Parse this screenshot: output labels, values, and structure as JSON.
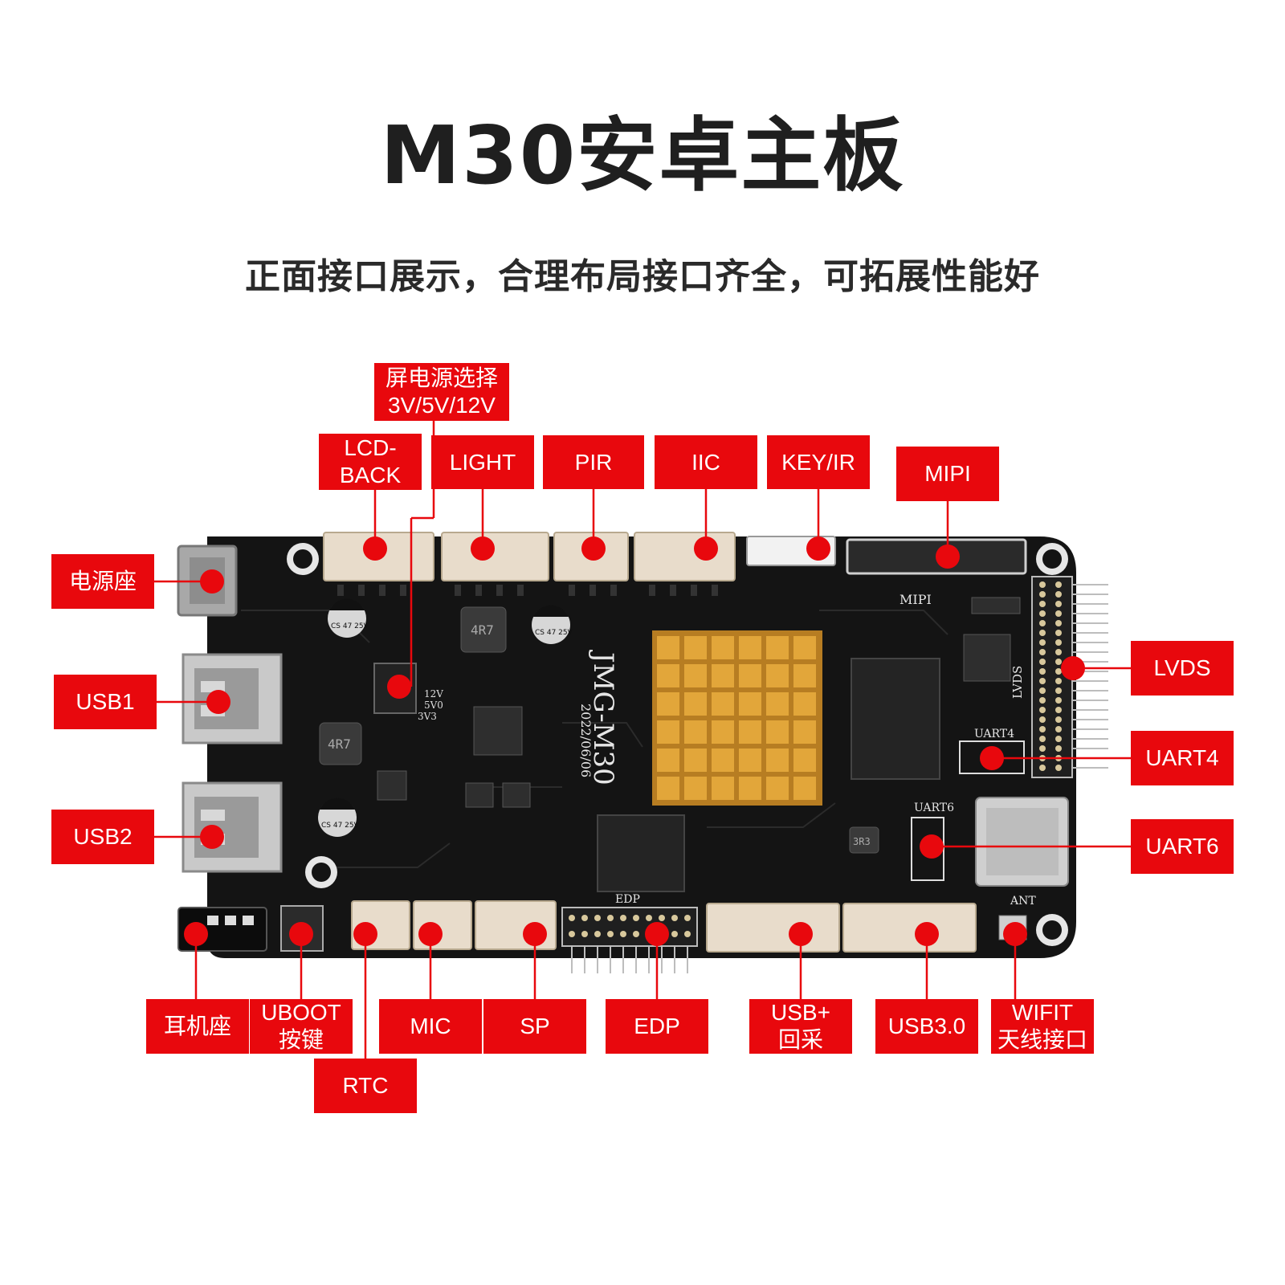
{
  "header": {
    "title": "M30安卓主板",
    "subtitle": "正面接口展示，合理布局接口齐全，可拓展性能好"
  },
  "board": {
    "silkscreen": {
      "model": "JMG-M30",
      "date": "2022/06/06",
      "mipi": "MIPI",
      "lvds": "LVDS",
      "uart4": "UART4",
      "uart6": "UART6",
      "edp": "EDP",
      "ant": "ANT",
      "v12": "12V",
      "v5": "5V0",
      "v3": "3V3",
      "inductor1": "4R7",
      "inductor2": "4R7",
      "inductor3": "3R3",
      "cap1": "CS 47 25V",
      "cap2": "CS 47 25V",
      "cap3": "CS 47 25V"
    }
  },
  "labels": {
    "screen_power": "屏电源选择\n3V/5V/12V",
    "lcd_back": "LCD-\nBACK",
    "light": "LIGHT",
    "pir": "PIR",
    "iic": "IIC",
    "key_ir": "KEY/IR",
    "mipi": "MIPI",
    "power": "电源座",
    "usb1": "USB1",
    "usb2": "USB2",
    "lvds": "LVDS",
    "uart4": "UART4",
    "uart6": "UART6",
    "headphone": "耳机座",
    "uboot": "UBOOT\n按键",
    "rtc": "RTC",
    "mic": "MIC",
    "sp": "SP",
    "edp": "EDP",
    "usb_capture": "USB+\n回采",
    "usb3": "USB3.0",
    "wifi": "WIFIT\n天线接口"
  },
  "colors": {
    "accent": "#e8080d",
    "pcb": "#141414",
    "heatsink": "#e2a63a",
    "connector": "#e8dccb"
  }
}
